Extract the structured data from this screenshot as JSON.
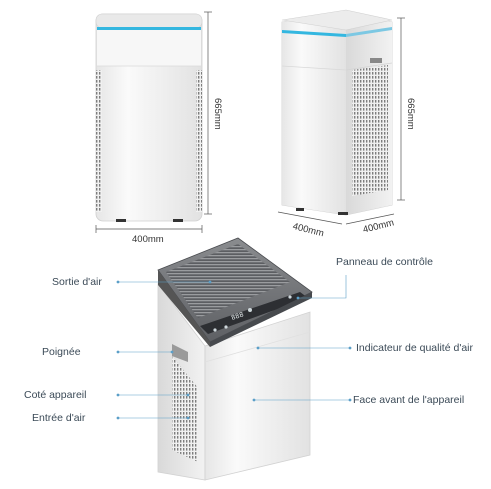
{
  "dimensions": {
    "front_height": "665mm",
    "front_width": "400mm",
    "angled_height": "665mm",
    "angled_width_left": "400mm",
    "angled_width_right": "400mm"
  },
  "labels": {
    "air_outlet": "Sortie d'air",
    "handle": "Poignée",
    "device_side": "Coté appareil",
    "air_inlet": "Entrée d'air",
    "control_panel": "Panneau de contrôle",
    "air_quality_indicator": "Indicateur de qualité d'air",
    "front_face": "Face avant de l'appareil"
  },
  "display_readout": "888",
  "colors": {
    "accent_blue": "#34b7e0",
    "leader": "#5b9fc8",
    "body": "#f4f4f4",
    "top_dark": "#6d6f72"
  }
}
